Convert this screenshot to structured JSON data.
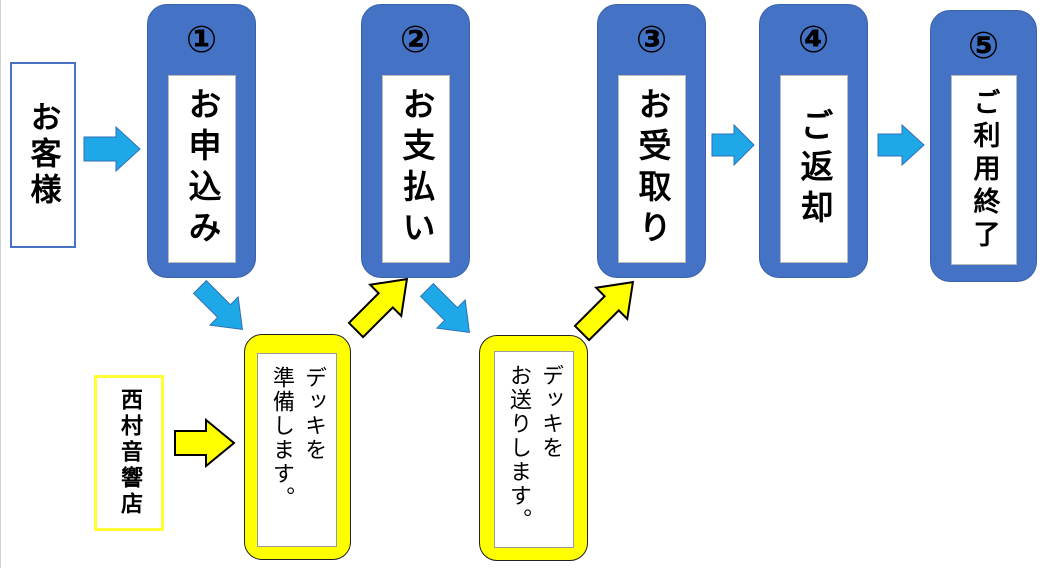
{
  "customer": {
    "label": "お客様"
  },
  "steps": [
    {
      "number": "①",
      "label": "お申込み"
    },
    {
      "number": "②",
      "label": "お支払い"
    },
    {
      "number": "③",
      "label": "お受取り"
    },
    {
      "number": "④",
      "label": "ご返却"
    },
    {
      "number": "⑤",
      "label": "ご利用終了"
    }
  ],
  "shop": {
    "label": "西村音響店"
  },
  "notes": [
    {
      "text": "デッキを\n準備します。"
    },
    {
      "text": "デッキを\nお送りします。"
    }
  ],
  "colors": {
    "step_blue": "#4472c4",
    "arrow_blue": "#1fa8e8",
    "arrow_yellow": "#ffff00",
    "customer_border": "#4a72c4",
    "shop_border": "#ffff33"
  }
}
